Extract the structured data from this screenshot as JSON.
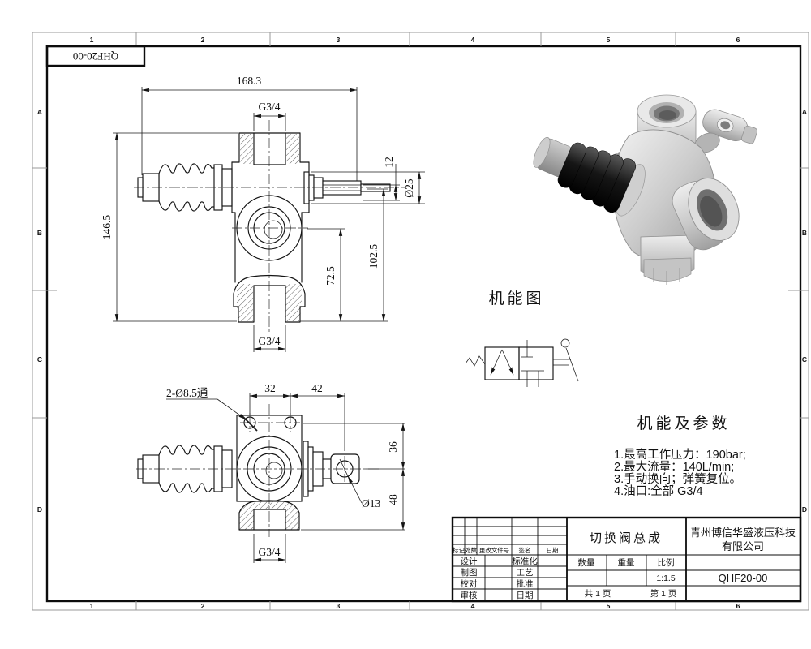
{
  "sheet": {
    "zones_h": [
      "1",
      "2",
      "3",
      "4",
      "5",
      "6"
    ],
    "zones_v": [
      "A",
      "B",
      "C",
      "D"
    ],
    "corner_ref": "QHF20-00"
  },
  "front_view": {
    "overall_width": "168.3",
    "top_port": "G3/4",
    "stem_step": "12",
    "stem_dia": "Ø25",
    "overall_height": "146.5",
    "boss_to_bottom": "72.5",
    "axis_to_bottom": "102.5",
    "bottom_port": "G3/4"
  },
  "plan_view": {
    "mount_holes": "2-Ø8.5通",
    "hole_pitch": "32",
    "hole_to_pin": "42",
    "edge_to_axis": "36",
    "axis_to_bottom": "48",
    "pin_hole": "Ø13",
    "bottom_port": "G3/4"
  },
  "function_diagram": {
    "title": "机能图"
  },
  "parameters": {
    "title": "机能及参数",
    "items": [
      "1.最高工作压力：190bar;",
      "2.最大流量：140L/min;",
      "3.手动换向；弹簧复位。",
      "4.油口:全部 G3/4"
    ]
  },
  "title_block": {
    "revision_cols": [
      "标记",
      "处数",
      "更改文件号",
      "签名",
      "日期"
    ],
    "roles_left": [
      "设计",
      "制图",
      "校对",
      "审核"
    ],
    "roles_right": [
      "标准化",
      "工艺",
      "批准",
      "日期"
    ],
    "part_name": "切换阀总成",
    "quantity_label": "数量",
    "weight_label": "重量",
    "scale_label": "比例",
    "scale_value": "1:1.5",
    "total_pages": "共 1 页",
    "page_no": "第 1 页",
    "company_line1": "青州博信华盛液压科技",
    "company_line2": "有限公司",
    "drawing_no": "QHF20-00"
  }
}
